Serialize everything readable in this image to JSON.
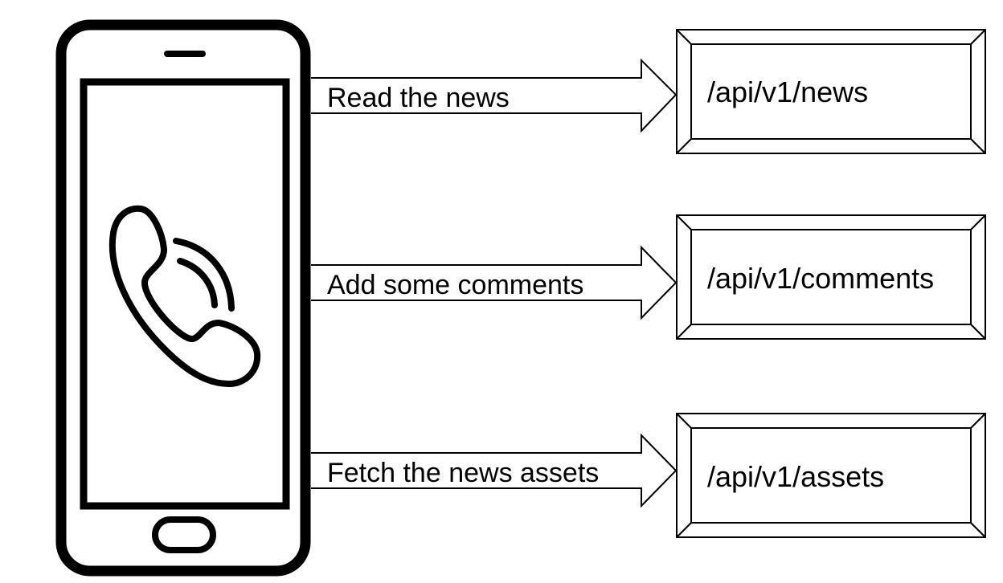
{
  "diagram": {
    "requests": [
      {
        "label": "Read the news",
        "endpoint": "/api/v1/news"
      },
      {
        "label": "Add some comments",
        "endpoint": "/api/v1/comments"
      },
      {
        "label": "Fetch the news assets",
        "endpoint": "/api/v1/assets"
      }
    ],
    "icons": {
      "device": "smartphone-icon",
      "screen": "phone-call-icon"
    },
    "colors": {
      "stroke": "#000000",
      "background": "#ffffff"
    }
  }
}
